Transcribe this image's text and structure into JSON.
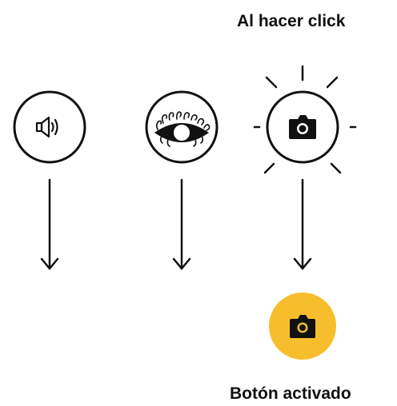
{
  "captions": {
    "click_label": "Al hacer click",
    "activated_label": "Botón activado"
  },
  "buttons": [
    {
      "icon": "speaker-icon",
      "state": "default"
    },
    {
      "icon": "eye-icon",
      "state": "default"
    },
    {
      "icon": "camera-icon",
      "state": "pressed"
    }
  ],
  "result": {
    "icon": "camera-icon",
    "state": "activated"
  },
  "colors": {
    "stroke": "#111111",
    "activated_fill": "#F6BE2C",
    "background": "#ffffff"
  }
}
